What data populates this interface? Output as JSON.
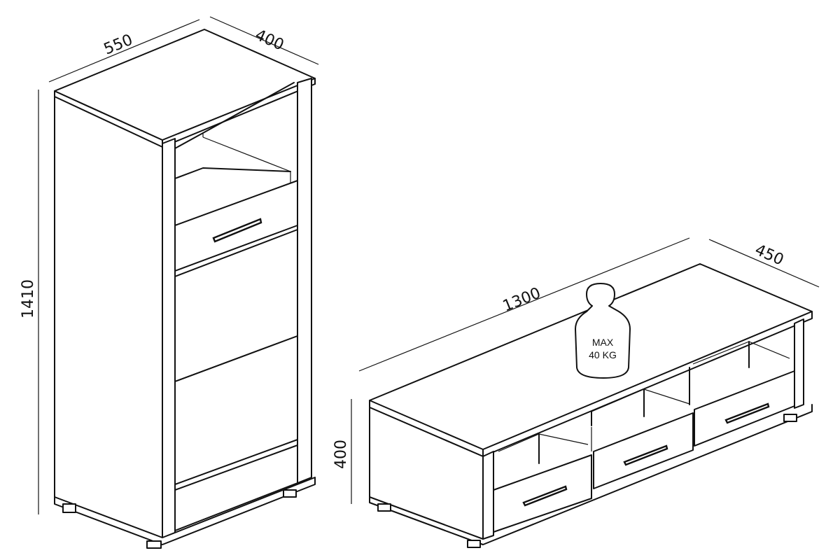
{
  "cabinet": {
    "width_label": "550",
    "depth_label": "400",
    "height_label": "1410"
  },
  "tv_stand": {
    "width_label": "1300",
    "depth_label": "450",
    "height_label": "400"
  },
  "weight": {
    "line1": "MAX",
    "line2": "40 KG"
  },
  "colors": {
    "line": "#111111",
    "background": "#ffffff"
  }
}
